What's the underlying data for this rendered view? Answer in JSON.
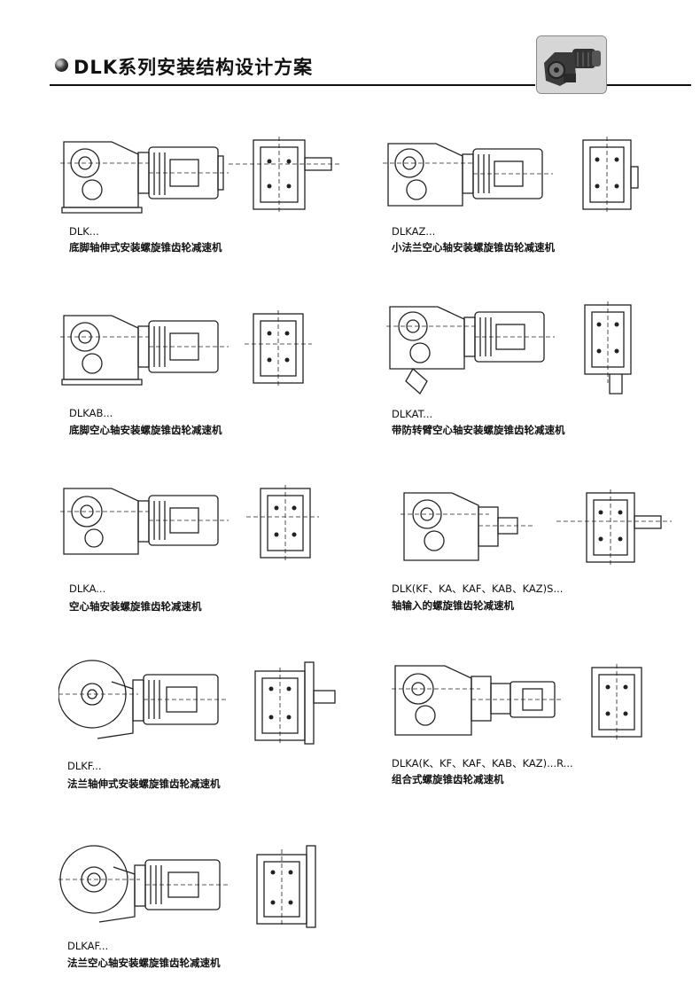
{
  "title": "DLK系列安装结构设计方案",
  "items": [
    {
      "code": "DLK...",
      "desc": "底脚轴伸式安装螺旋锥齿轮减速机"
    },
    {
      "code": "DLKAZ...",
      "desc": "小法兰空心轴安装螺旋锥齿轮减速机"
    },
    {
      "code": "DLKAB...",
      "desc": "底脚空心轴安装螺旋锥齿轮减速机"
    },
    {
      "code": "DLKAT...",
      "desc": "带防转臂空心轴安装螺旋锥齿轮减速机"
    },
    {
      "code": "DLKA...",
      "desc": "空心轴安装螺旋锥齿轮减速机"
    },
    {
      "code": "DLK(KF、KA、KAF、KAB、KAZ)S...",
      "desc": "轴输入的螺旋锥齿轮减速机"
    },
    {
      "code": "DLKF...",
      "desc": "法兰轴伸式安装螺旋锥齿轮减速机"
    },
    {
      "code": "DLKA(K、KF、KAF、KAB、KAZ)...R...",
      "desc": "组合式螺旋锥齿轮减速机"
    },
    {
      "code": "DLKAF...",
      "desc": "法兰空心轴安装螺旋锥齿轮减速机"
    }
  ]
}
